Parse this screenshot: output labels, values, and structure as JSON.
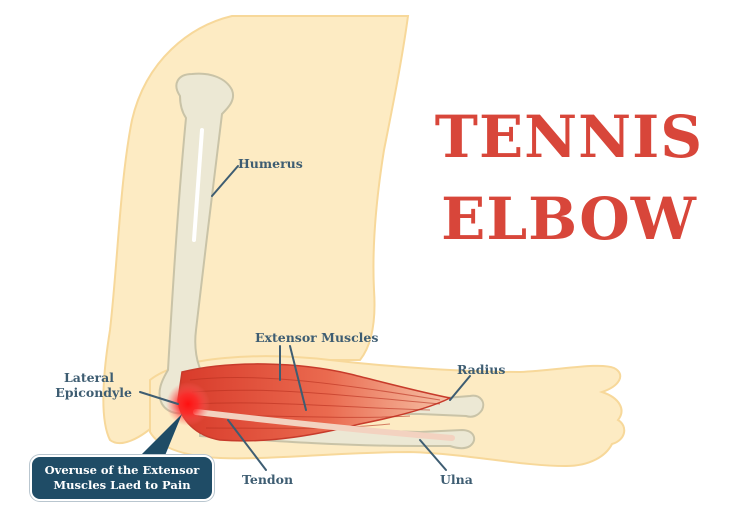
{
  "title": {
    "line1": "TENNIS",
    "line2": "ELBOW"
  },
  "labels": {
    "humerus": "Humerus",
    "extensor_muscles": "Extensor Muscles",
    "radius": "Radius",
    "lateral_epicondyle_line1": "Lateral",
    "lateral_epicondyle_line2": "Epicondyle",
    "tendon": "Tendon",
    "ulna": "Ulna"
  },
  "callout": {
    "line1": "Overuse of the Extensor",
    "line2": "Muscles Laed to Pain"
  },
  "colors": {
    "title": "#d8463a",
    "label": "#3e5d72",
    "callout_bg": "#1f4c66",
    "skin_fill": "#fdebc3",
    "skin_outline": "#f7d89a",
    "bone": "#ece8d4",
    "bone_outline": "#c9c3a7",
    "muscle": "#e65a42",
    "muscle_dark": "#c73b2b",
    "pain": "#ff2a2a"
  }
}
